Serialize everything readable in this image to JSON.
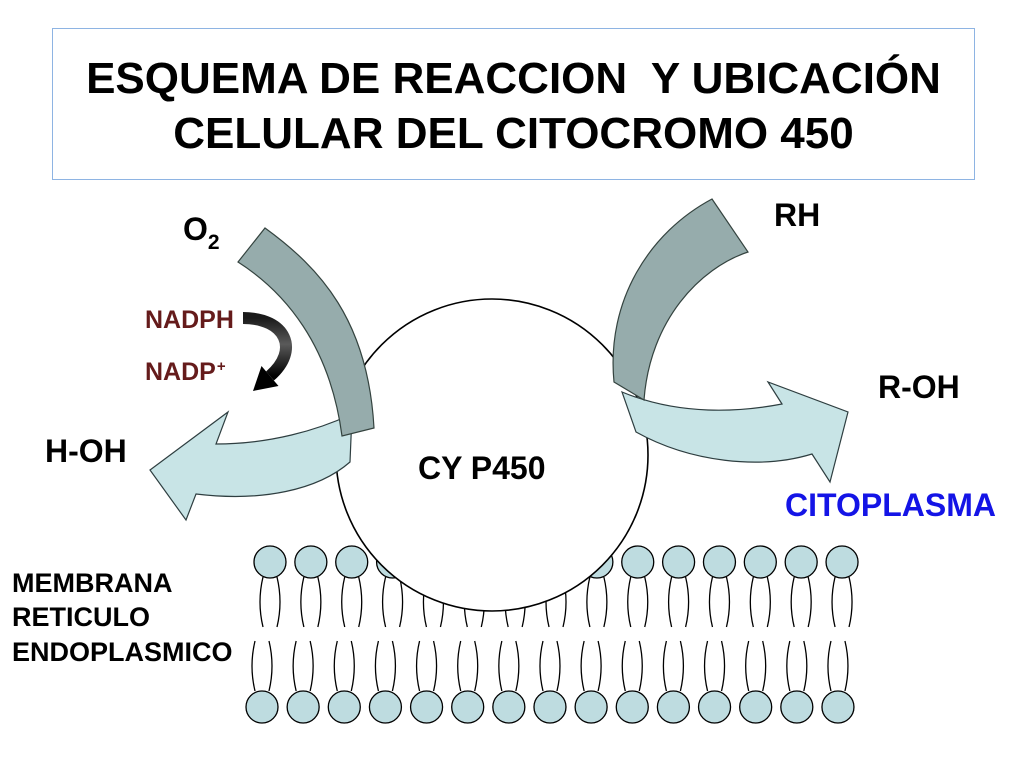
{
  "title": {
    "line1": "ESQUEMA DE REACCION  Y UBICACIÓN",
    "line2": "CELULAR DEL CITOCROMO 450"
  },
  "labels": {
    "oxygen": {
      "symbol": "O",
      "subscript": "2"
    },
    "substrate": "RH",
    "cofactor_reduced": "NADPH",
    "cofactor_oxidized": {
      "symbol": "NADP",
      "superscript": "+"
    },
    "product": "R-OH",
    "water": "H-OH",
    "enzyme": "CY P450",
    "compartment": "CITOPLASMA",
    "membrane": [
      "MEMBRANA",
      "RETICULO",
      "ENDOPLASMICO"
    ]
  },
  "colors": {
    "title_border": "#8EB4E3",
    "arrow_gray": "#96ACAC",
    "arrow_light": "#C8E4E6",
    "lipid_head": "#BEDCE0",
    "cofactor_text": "#651B1B",
    "compartment_text": "#1414E6",
    "enzyme_fill": "#FFFFFF"
  }
}
